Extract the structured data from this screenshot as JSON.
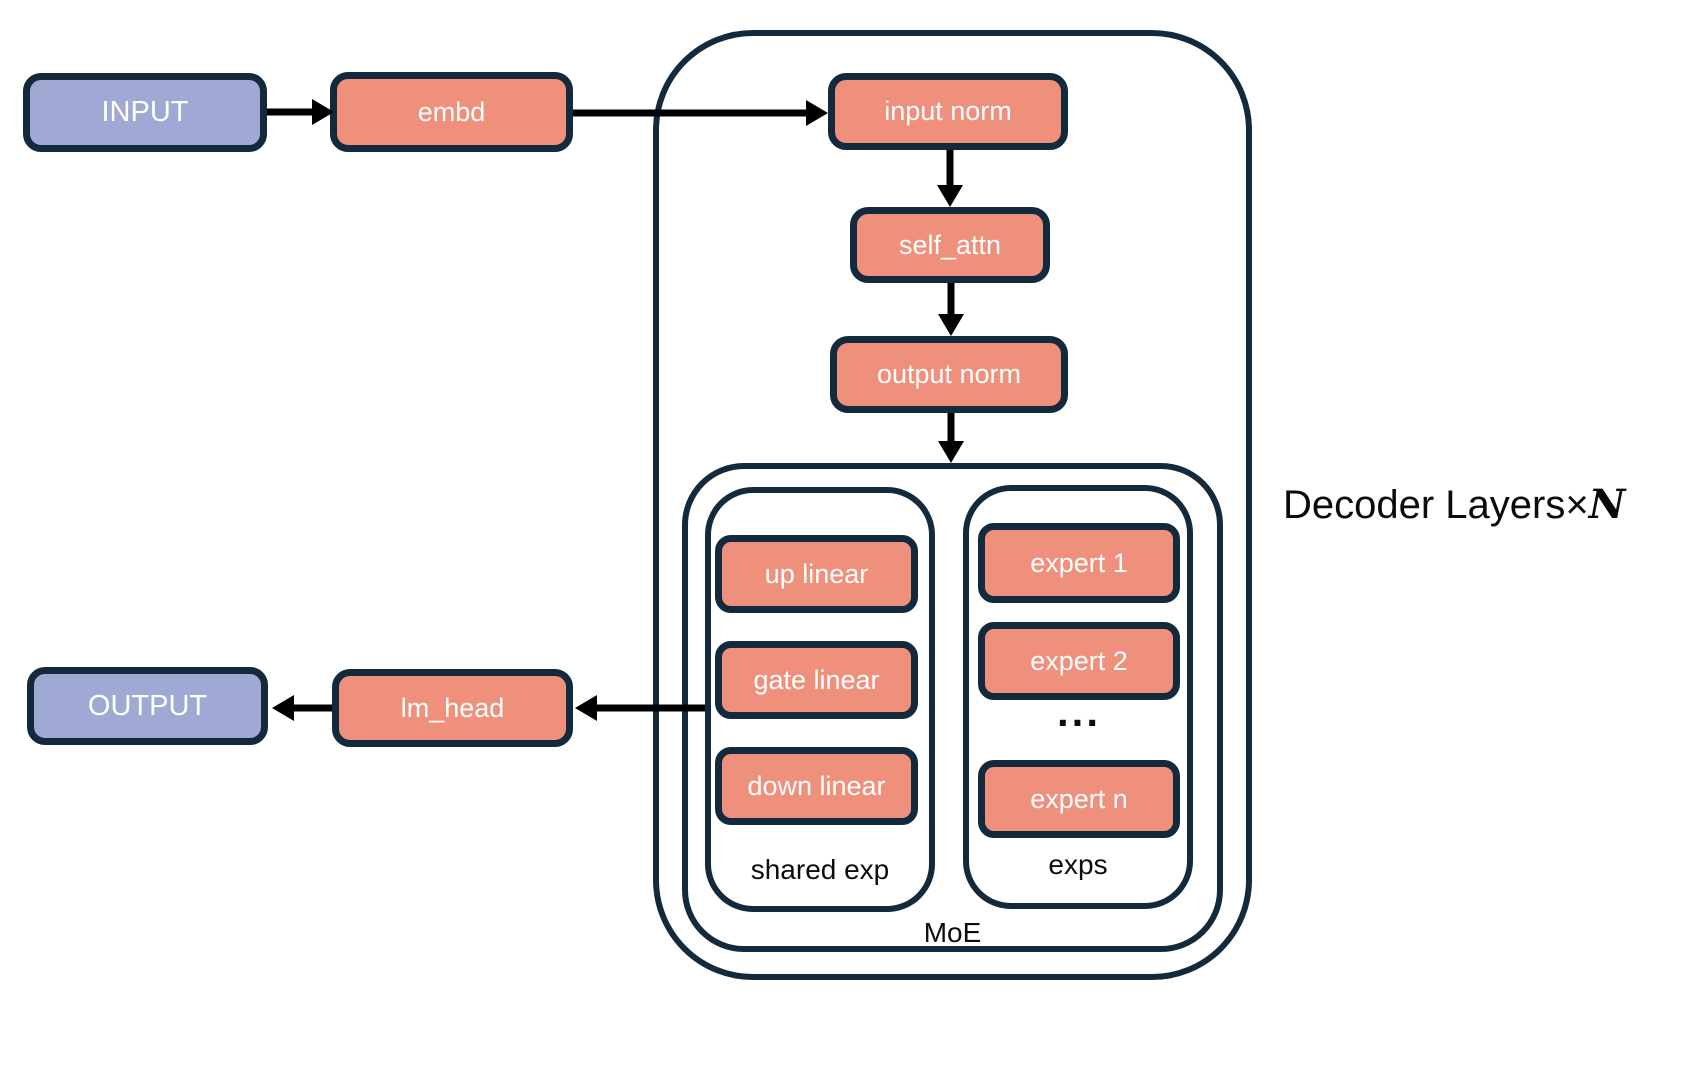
{
  "colors": {
    "box_salmon": "#EF907D",
    "box_purple": "#A0A8D4",
    "outline_navy": "#132A3C",
    "arrow_black": "#000000"
  },
  "nodes": {
    "input": {
      "label": "INPUT"
    },
    "embd": {
      "label": "embd"
    },
    "input_norm": {
      "label": "input norm"
    },
    "self_attn": {
      "label": "self_attn"
    },
    "output_norm": {
      "label": "output norm"
    },
    "up_linear": {
      "label": "up linear"
    },
    "gate_linear": {
      "label": "gate linear"
    },
    "down_linear": {
      "label": "down linear"
    },
    "expert_1": {
      "label": "expert 1"
    },
    "expert_2": {
      "label": "expert 2"
    },
    "ellipsis": {
      "label": "..."
    },
    "expert_n": {
      "label": "expert n"
    },
    "lm_head": {
      "label": "lm_head"
    },
    "output": {
      "label": "OUTPUT"
    }
  },
  "containers": {
    "decoder": {
      "label": "Decoder Layers×",
      "repeat": "N"
    },
    "moe": {
      "label": "MoE"
    },
    "shared_exp": {
      "label": "shared exp"
    },
    "exps": {
      "label": "exps"
    }
  }
}
